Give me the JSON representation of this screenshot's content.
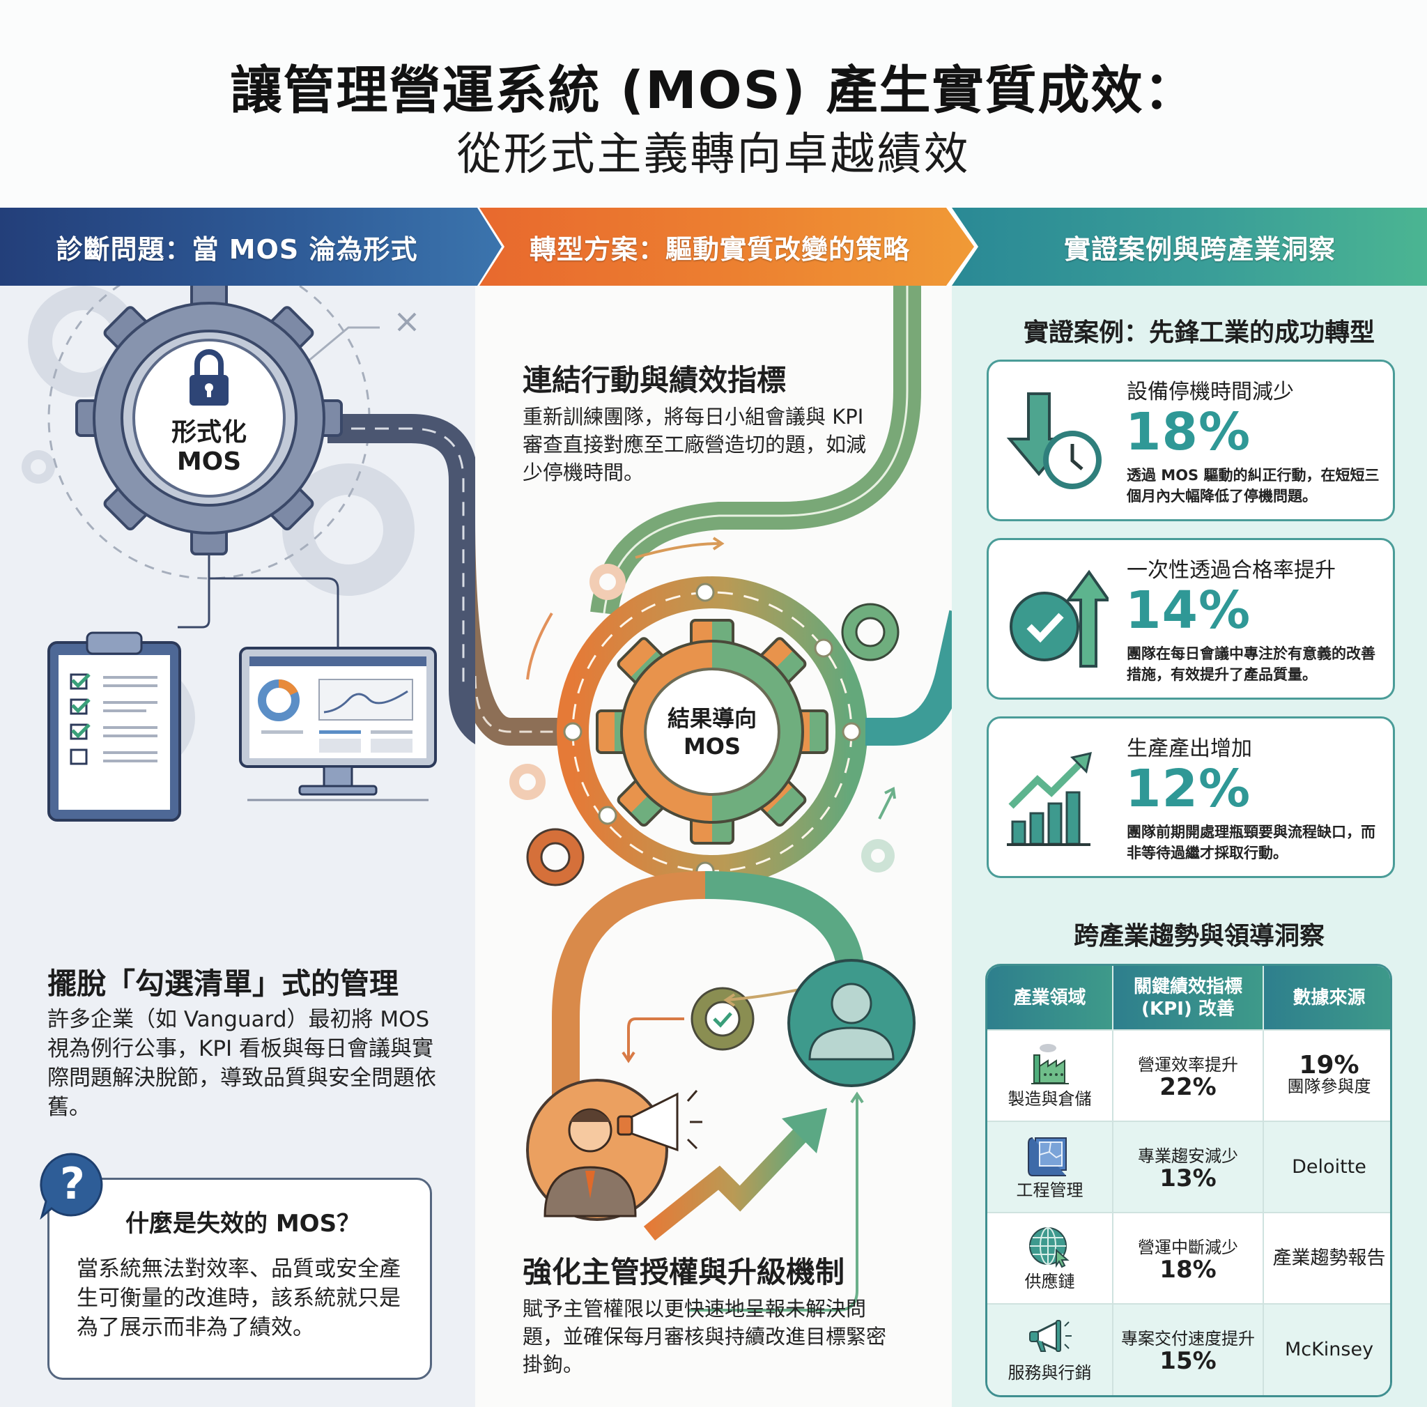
{
  "header": {
    "title": "讓管理營運系統 (MOS) 產生實質成效：",
    "subtitle": "從形式主義轉向卓越績效"
  },
  "banners": [
    {
      "label": "診斷問題：當 MOS 淪為形式",
      "color": "#2f5c98"
    },
    {
      "label": "轉型方案：驅動實質改變的策略",
      "color": "#ec7f30"
    },
    {
      "label": "實證案例與跨產業洞察",
      "color": "#3a9e98"
    }
  ],
  "left": {
    "gear_label_line1": "形式化",
    "gear_label_line2": "MOS",
    "heading": "擺脫「勾選清單」式的管理",
    "body": "許多企業（如 Vanguard）最初將 MOS 視為例行公事，KPI 看板與每日會議與實際問題解決脫節，導致品質與安全問題依舊。",
    "qa": {
      "icon": "question-mark-icon",
      "title": "什麼是失效的 MOS？",
      "body": "當系統無法對效率、品質或安全產生可衡量的改進時，該系統就只是為了展示而非為了績效。"
    }
  },
  "middle": {
    "gear_label_line1": "結果導向",
    "gear_label_line2": "MOS",
    "section1": {
      "heading": "連結行動與績效指標",
      "body": "重新訓練團隊，將每日小組會議與 KPI 審查直接對應至工廠營造切的題，如減少停機時間。"
    },
    "section2": {
      "heading": "強化主管授權與升級機制",
      "body": "賦予主管權限以更快速地呈報未解決問題，並確保每月審核與持續改進目標緊密掛鉤。"
    }
  },
  "right": {
    "cases_title": "實證案例：先鋒工業的成功轉型",
    "cases": [
      {
        "icon": "downtime-clock-arrow-icon",
        "label": "設備停機時間減少",
        "value": "18%",
        "desc": "透過 MOS 驅動的糾正行動，在短短三個月內大幅降低了停機問題。"
      },
      {
        "icon": "quality-check-arrow-icon",
        "label": "一次性透過合格率提升",
        "value": "14%",
        "desc": "團隊在每日會議中專注於有意義的改善措施，有效提升了產品質量。"
      },
      {
        "icon": "growth-bar-chart-icon",
        "label": "生產產出增加",
        "value": "12%",
        "desc": "團隊前期開處理瓶頸要與流程缺口，而非等待過繼才採取行動。"
      }
    ],
    "trend_title": "跨產業趨勢與領導洞察",
    "table": {
      "headers": [
        "產業領域",
        "關鍵績效指標 (KPI) 改善",
        "數據來源"
      ],
      "rows": [
        {
          "icon": "factory-icon",
          "sector": "製造與倉儲",
          "kpi_metric": "營運效率提升",
          "kpi_value": "22%",
          "source_value": "19%",
          "source_sub": "團隊參與度",
          "source_name": ""
        },
        {
          "icon": "blueprint-icon",
          "sector": "工程管理",
          "kpi_metric": "專業趨安減少",
          "kpi_value": "13%",
          "source_value": "",
          "source_sub": "",
          "source_name": "Deloitte"
        },
        {
          "icon": "globe-cursor-icon",
          "sector": "供應鏈",
          "kpi_metric": "營運中斷減少",
          "kpi_value": "18%",
          "source_value": "",
          "source_sub": "",
          "source_name": "產業趨勢報告"
        },
        {
          "icon": "megaphone-icon",
          "sector": "服務與行銷",
          "kpi_metric": "專案交付速度提升",
          "kpi_value": "15%",
          "source_value": "",
          "source_sub": "",
          "source_name": "McKinsey"
        }
      ]
    }
  },
  "colors": {
    "navy": "#2f5c98",
    "orange": "#ec7f30",
    "teal": "#3a9e98",
    "green": "#5aa97a",
    "value_teal": "#2f9896"
  }
}
